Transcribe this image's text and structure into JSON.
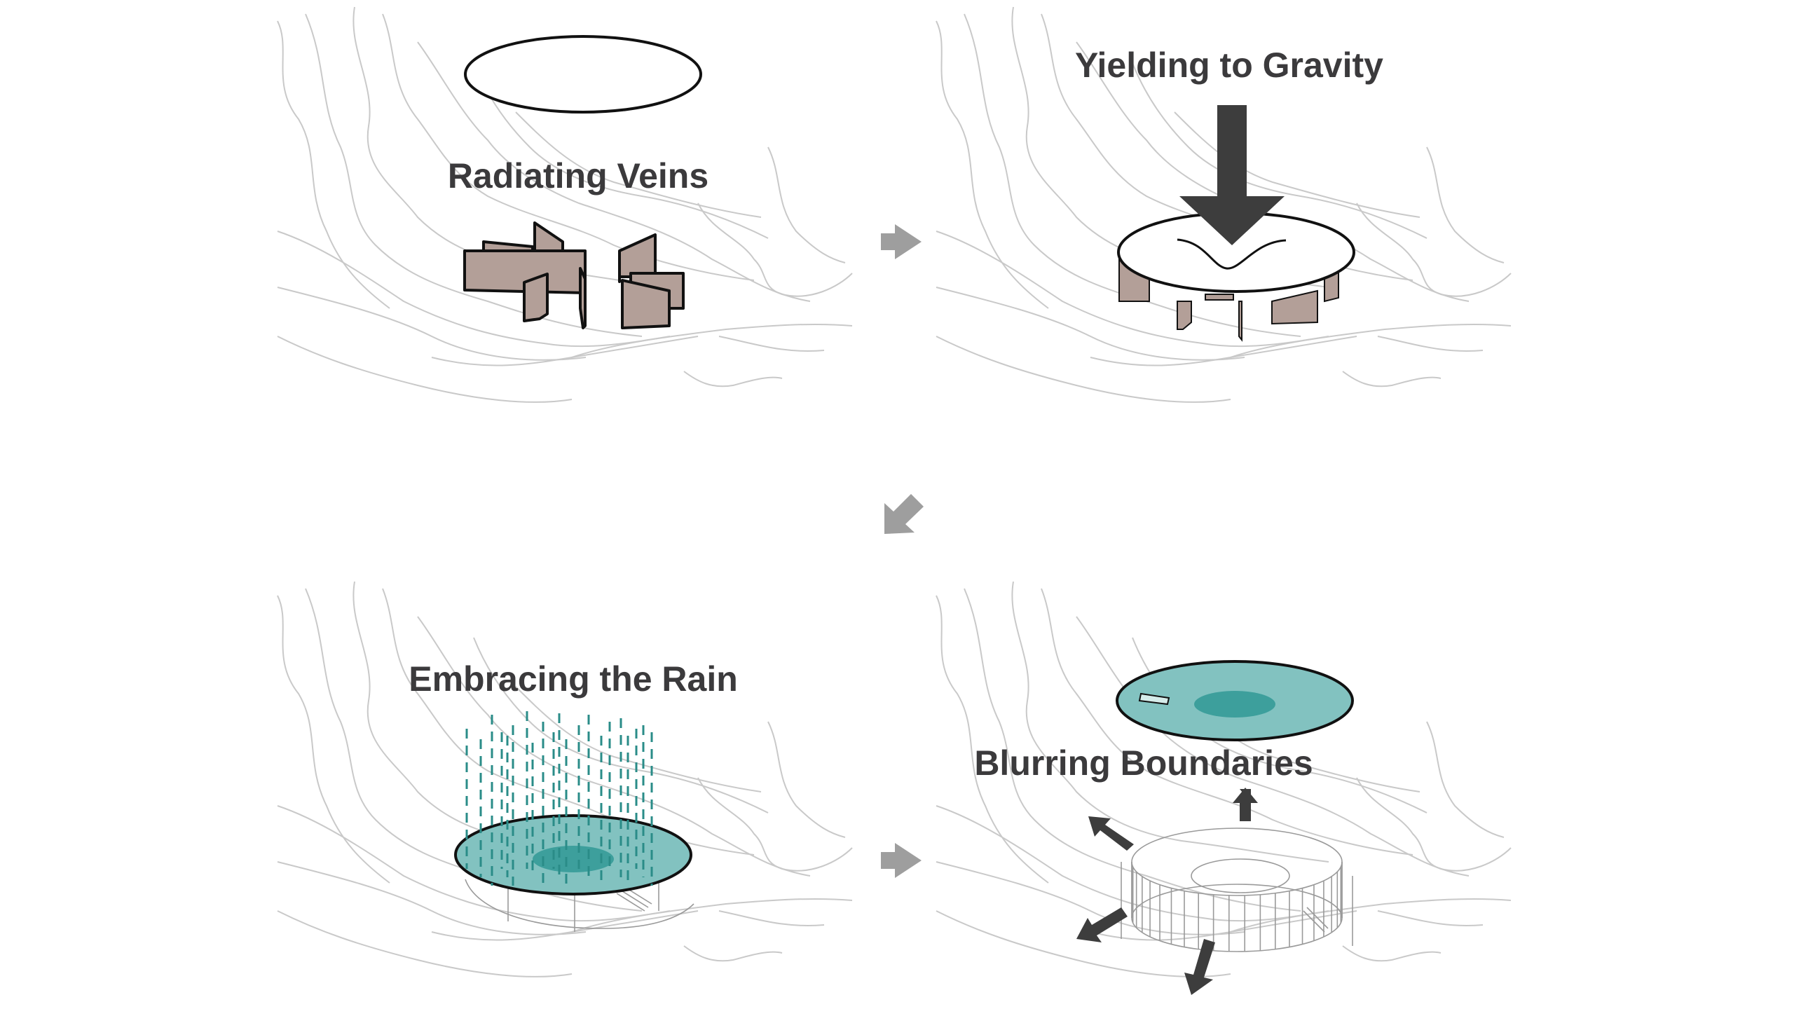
{
  "diagram": {
    "panels": [
      {
        "id": "radiating-veins",
        "title": "Radiating Veins",
        "step": 1
      },
      {
        "id": "yielding-to-gravity",
        "title": "Yielding to Gravity",
        "step": 2
      },
      {
        "id": "embracing-the-rain",
        "title": "Embracing the Rain",
        "step": 3
      },
      {
        "id": "blurring-boundaries",
        "title": "Blurring Boundaries",
        "step": 4
      }
    ],
    "flow_arrows": [
      {
        "from": "radiating-veins",
        "to": "yielding-to-gravity",
        "direction": "right"
      },
      {
        "from": "yielding-to-gravity",
        "to": "embracing-the-rain",
        "direction": "down-left"
      },
      {
        "from": "embracing-the-rain",
        "to": "blurring-boundaries",
        "direction": "right"
      }
    ],
    "colors": {
      "title_text": "#3b3a3c",
      "wall_fill": "#b39f98",
      "roof_water": "#82c2c0",
      "roof_pool": "#3d9f9c",
      "rain": "#2a8c88",
      "flow_arrow": "#9e9e9e",
      "force_arrow": "#3d3d3d",
      "contour": "#c9c9c9"
    }
  }
}
